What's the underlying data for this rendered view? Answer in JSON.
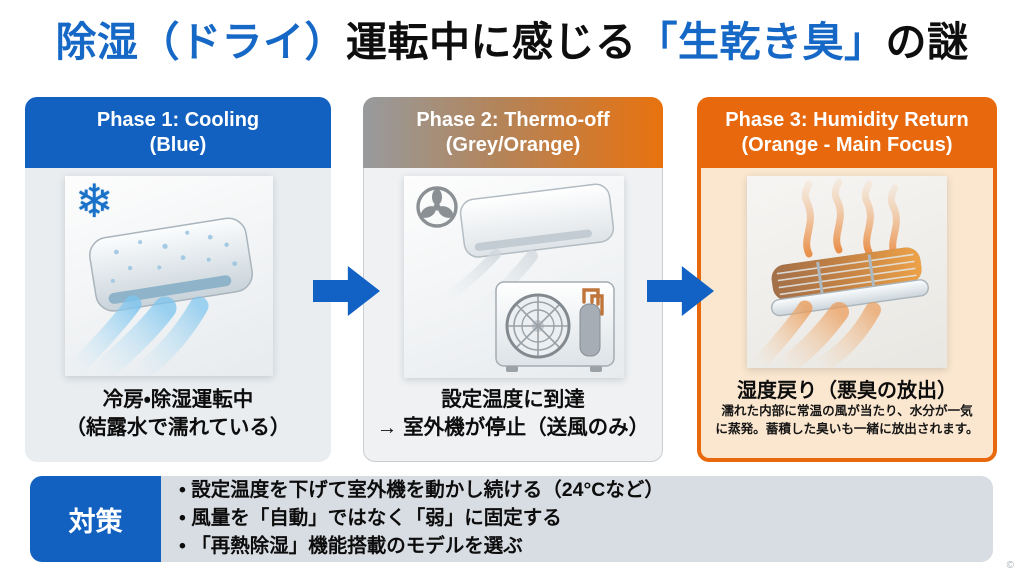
{
  "title": {
    "part1_blue": "除湿（ドライ）",
    "part2_black": "運転中に感じる",
    "part3_blue": "「生乾き臭」",
    "part4_black": "の謎"
  },
  "phases": [
    {
      "header_line1": "Phase 1: Cooling",
      "header_line2": "(Blue)",
      "icon": "snowflake-icon",
      "snowflake_glyph": "❄",
      "caption_line1": "冷房・除湿運転中",
      "caption_line2": "（結露水で濡れている）"
    },
    {
      "header_line1": "Phase 2: Thermo-off",
      "header_line2": "(Grey/Orange)",
      "icon": "fan-icon",
      "caption_line1": "設定温度に到達",
      "caption_line2": "→ 室外機が停止（送風のみ）"
    },
    {
      "header_line1": "Phase 3: Humidity Return",
      "header_line2": "(Orange - Main Focus)",
      "icon": "steam-icon",
      "caption_title": "湿度戻り（悪臭の放出）",
      "caption_desc_line1": "濡れた内部に常温の風が当たり、水分が一気",
      "caption_desc_line2": "に蒸発。蓄積した臭いも一緒に放出されます。"
    }
  ],
  "countermeasures": {
    "label": "対策",
    "items": [
      "設定温度を下げて室外機を動かし続ける（24°Cなど）",
      "風量を「自動」ではなく「弱」に固定する",
      "「再熱除湿」機能搭載のモデルを選ぶ"
    ]
  },
  "watermark": "©",
  "colors": {
    "title_accent_blue": "#1668c6",
    "phase1_blue": "#1261c0",
    "phase2_grey": "#979b9e",
    "phase2_orange": "#e8720e",
    "phase3_orange": "#e8680d",
    "phase3_body_cream": "#fbe7cf",
    "card_body_grey": "#e9edf0",
    "arrow_blue": "#1261c4",
    "countermeasure_box_grey": "#d8dde3",
    "text_black": "#0d0d0d"
  }
}
